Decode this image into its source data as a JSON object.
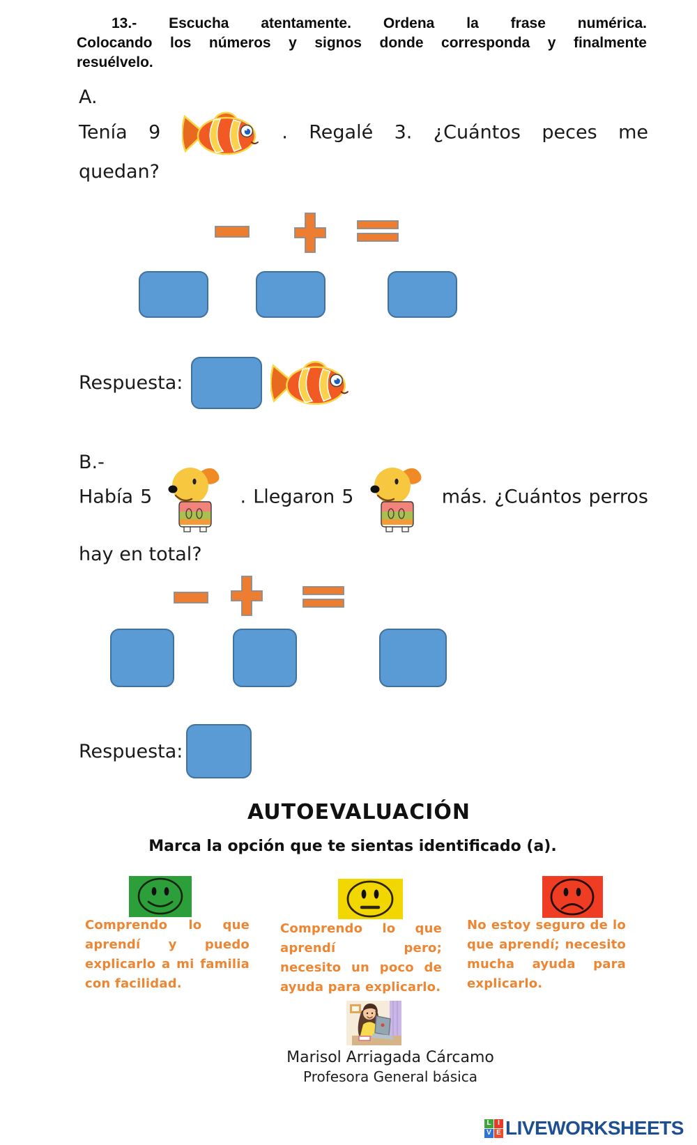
{
  "header": {
    "line1": "13.- Escucha atentamente. Ordena la frase numérica.",
    "line2": "Colocando los números y signos donde corresponda y finalmente",
    "line3": "resuélvelo."
  },
  "section_a": {
    "label": "A.",
    "before_fish": "Tenía 9",
    "after_fish": ". Regalé 3. ¿Cuántos peces me",
    "line2": "quedan?",
    "respuesta_label": "Respuesta:"
  },
  "section_b": {
    "label": "B.-",
    "before_dog1": "Había 5",
    "between_dogs": ". Llegaron 5",
    "after_dog2": "más. ¿Cuántos perros",
    "line2": "hay en total?",
    "respuesta_label": "Respuesta:"
  },
  "operators": {
    "symbols": [
      "-",
      "+",
      "="
    ],
    "color": "#ED7D31",
    "outline": "#8C8C8C"
  },
  "answer_boxes": {
    "fill": "#5B9BD5",
    "border": "#41719C"
  },
  "autoevaluacion": {
    "title": "AUTOEVALUACIÓN",
    "subtitle": "Marca la opción que te sientas identificado (a).",
    "options": [
      {
        "id": "happy",
        "color": "#2D9F3A",
        "text": "Comprendo lo que aprendí y puedo explicarlo a mi familia con facilidad."
      },
      {
        "id": "neutral",
        "color": "#F2D600",
        "text": "Comprendo lo que aprendí pero; necesito un poco de ayuda para explicarlo."
      },
      {
        "id": "sad",
        "color": "#EE3D23",
        "text": "No estoy seguro de lo que aprendí; necesito mucha ayuda para explicarlo."
      }
    ]
  },
  "footer": {
    "teacher_name": "Marisol Arriagada Cárcamo",
    "teacher_title": "Profesora General básica",
    "logo_letters": [
      "L",
      "I",
      "V",
      "E"
    ],
    "logo_text": "LIVEWORKSHEETS",
    "logo_color": "#1E4F91"
  }
}
